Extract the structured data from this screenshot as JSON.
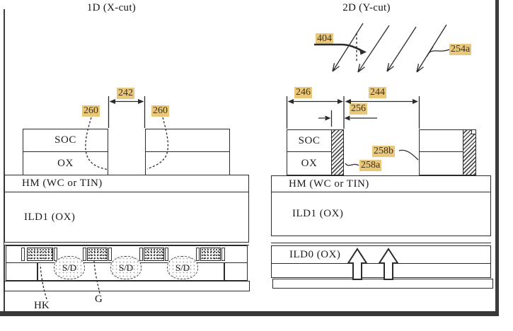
{
  "colors": {
    "highlight_bg": "#e9c87c",
    "highlight_text": "#3e3118",
    "line": "#2b2b2b",
    "frame": "#3c3c3c"
  },
  "left_panel": {
    "title": "1D (X-cut)",
    "layers": {
      "soc": "SOC",
      "ox": "OX",
      "hm": "HM (WC or TIN)",
      "ild1": "ILD1 (OX)"
    },
    "sd_labels": [
      "S/D",
      "S/D",
      "S/D"
    ],
    "annotations": {
      "hk": "HK",
      "g": "G",
      "d242": "242",
      "d260_left": "260",
      "d260_right": "260"
    }
  },
  "right_panel": {
    "title": "2D (Y-cut)",
    "layers": {
      "soc": "SOC",
      "ox": "OX",
      "hm": "HM (WC or TIN)",
      "ild1": "ILD1 (OX)",
      "ild0": "ILD0 (OX)"
    },
    "annotations": {
      "r404": "404",
      "r254a": "254a",
      "d246": "246",
      "d244": "244",
      "d256": "256",
      "r258a": "258a",
      "r258b": "258b"
    }
  }
}
